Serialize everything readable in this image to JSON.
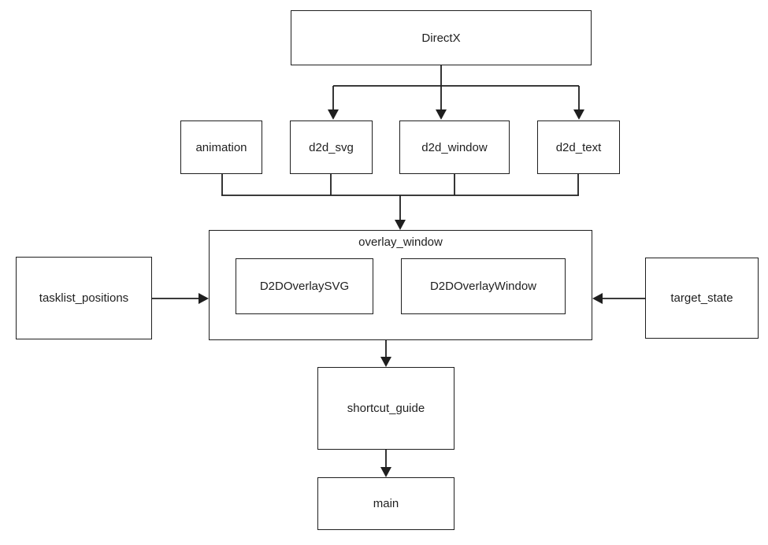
{
  "diagram": {
    "nodes": {
      "directx": {
        "label": "DirectX"
      },
      "animation": {
        "label": "animation"
      },
      "d2d_svg": {
        "label": "d2d_svg"
      },
      "d2d_window": {
        "label": "d2d_window"
      },
      "d2d_text": {
        "label": "d2d_text"
      },
      "overlay_window": {
        "label": "overlay_window"
      },
      "d2d_overlay_svg": {
        "label": "D2DOverlaySVG"
      },
      "d2d_overlay_window": {
        "label": "D2DOverlayWindow"
      },
      "tasklist_positions": {
        "label": "tasklist_positions"
      },
      "target_state": {
        "label": "target_state"
      },
      "shortcut_guide": {
        "label": "shortcut_guide"
      },
      "main": {
        "label": "main"
      }
    },
    "edges": [
      {
        "from": "DirectX",
        "to": "d2d_svg"
      },
      {
        "from": "DirectX",
        "to": "d2d_window"
      },
      {
        "from": "DirectX",
        "to": "d2d_text"
      },
      {
        "from": "animation",
        "to": "overlay_window"
      },
      {
        "from": "d2d_svg",
        "to": "overlay_window"
      },
      {
        "from": "d2d_window",
        "to": "overlay_window"
      },
      {
        "from": "d2d_text",
        "to": "overlay_window"
      },
      {
        "from": "tasklist_positions",
        "to": "overlay_window"
      },
      {
        "from": "target_state",
        "to": "overlay_window"
      },
      {
        "from": "overlay_window",
        "to": "shortcut_guide"
      },
      {
        "from": "shortcut_guide",
        "to": "main"
      }
    ],
    "colors": {
      "line": "#1f1f1f",
      "box_border": "#1f1f1f",
      "box_fill": "#ffffff",
      "background": "#ffffff",
      "text": "#1f1f1f"
    }
  }
}
